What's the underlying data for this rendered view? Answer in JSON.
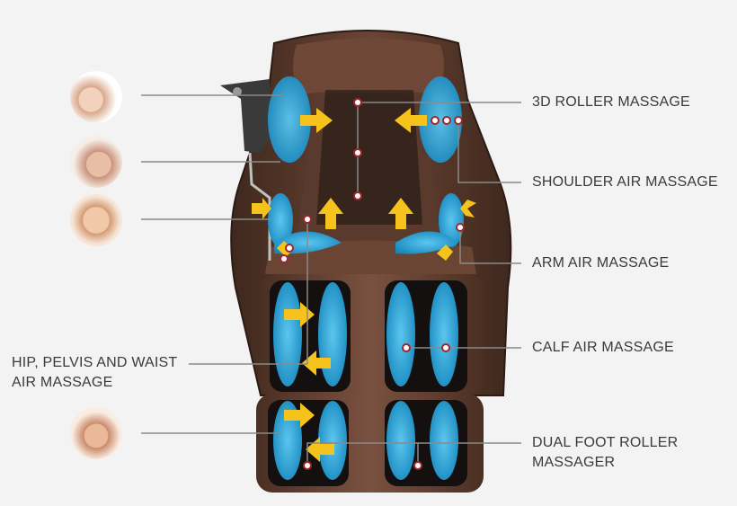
{
  "labels": {
    "roller_3d": "3D ROLLER MASSAGE",
    "shoulder_air": "SHOULDER AIR MASSAGE",
    "arm_air": "ARM AIR MASSAGE",
    "calf_air": "CALF AIR MASSAGE",
    "hip_line1": "HIP, PELVIS AND WAIST",
    "hip_line2": "AIR MASSAGE",
    "foot_line1": "DUAL FOOT ROLLER",
    "foot_line2": "MASSAGER"
  },
  "colors": {
    "background": "#f3f3f3",
    "chair_brown": "#5a3a2c",
    "chair_brown_light": "#7a5140",
    "air_bag_blue": "#2aa7d8",
    "arrow_yellow": "#f6c21c",
    "leader_line": "#8a8a8a",
    "dot_red": "#a0272b",
    "label_text": "#3a3a3a"
  },
  "thumbnails": [
    {
      "name": "head-massage-photo"
    },
    {
      "name": "shoulder-massage-photo"
    },
    {
      "name": "back-massage-photo"
    },
    {
      "name": "foot-massage-photo"
    }
  ]
}
